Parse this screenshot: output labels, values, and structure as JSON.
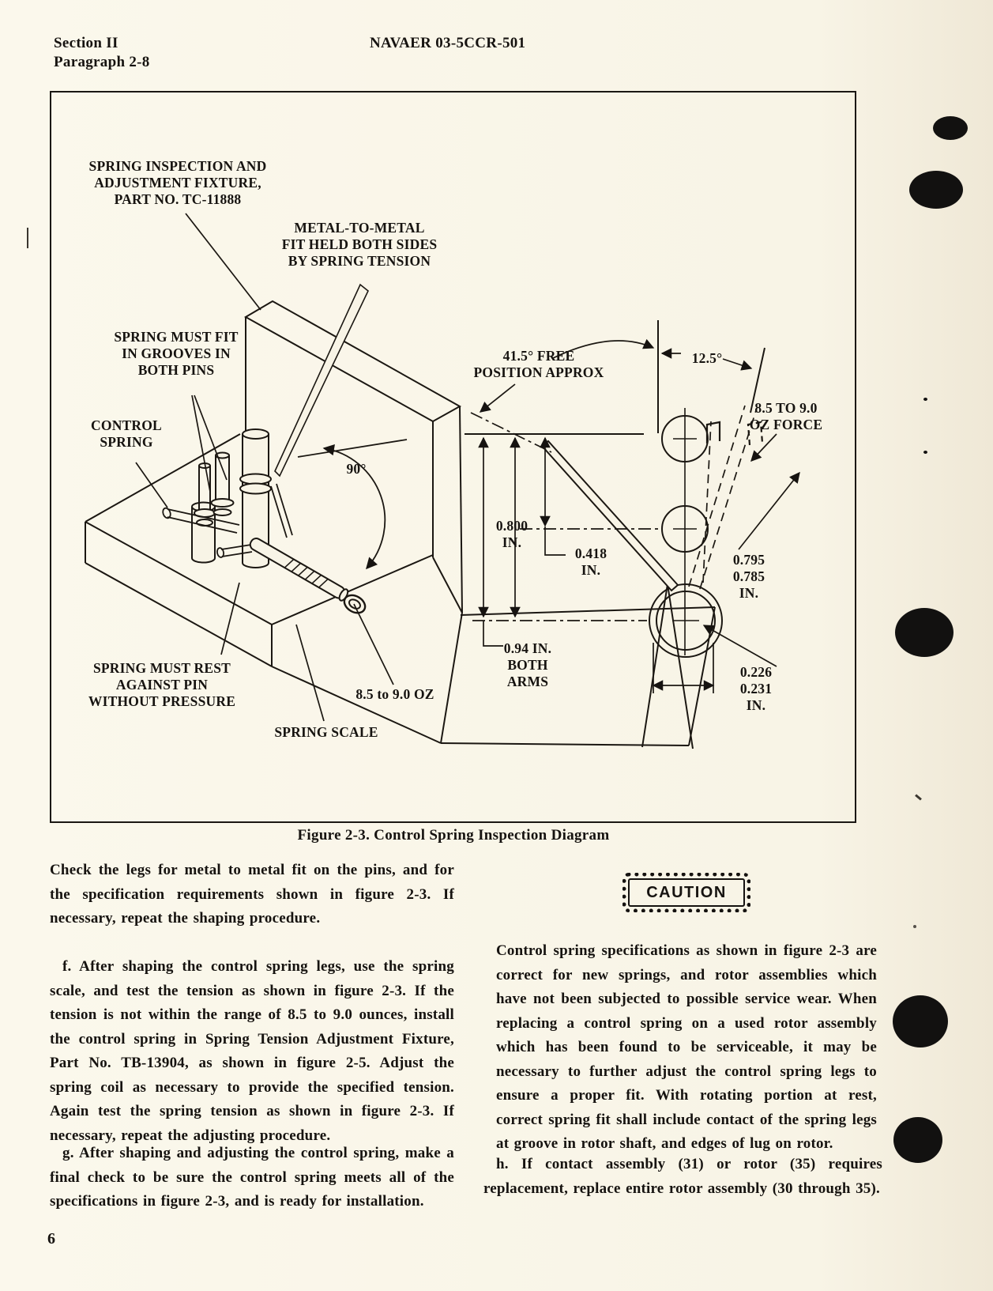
{
  "page": {
    "background": "#f8f4e6",
    "ink": "#161310",
    "page_number": "6"
  },
  "header": {
    "section": "Section II",
    "paragraph": "Paragraph 2-8",
    "doc_number": "NAVAER 03-5CCR-501"
  },
  "figure": {
    "caption": "Figure 2-3.  Control Spring Inspection Diagram",
    "labels": {
      "fixture": "SPRING INSPECTION AND\nADJUSTMENT FIXTURE,\nPART NO. TC-11888",
      "metal_to_metal": "METAL-TO-METAL\nFIT HELD BOTH SIDES\nBY SPRING TENSION",
      "grooves": "SPRING MUST FIT\nIN GROOVES IN\nBOTH PINS",
      "control_spring": "CONTROL\nSPRING",
      "angle_90": "90°",
      "free_position": "41.5° FREE\nPOSITION APPROX",
      "angle_12_5": "12.5°",
      "force": "8.5 TO 9.0\nOZ FORCE",
      "dim_0800": "0.800\nIN.",
      "dim_0418": "0.418\nIN.",
      "dim_0795": "0.795\n0.785\nIN.",
      "dim_094": "0.94 IN.\nBOTH\nARMS",
      "dim_0226": "0.226\n0.231\nIN.",
      "rest": "SPRING MUST REST\nAGAINST PIN\nWITHOUT PRESSURE",
      "oz": "8.5 to 9.0 OZ",
      "spring_scale": "SPRING SCALE"
    }
  },
  "body": {
    "para_intro": "Check the legs for metal to metal fit on the pins, and for the specification requirements shown in figure 2-3.  If necessary, repeat the shaping procedure.",
    "para_f": "f.  After shaping the control spring legs, use the spring scale, and test the tension as shown in figure 2-3.  If the tension is not within the range of 8.5 to 9.0 ounces, install the control spring in Spring Tension Adjustment Fixture, Part No. TB-13904, as shown in figure 2-5.  Adjust the spring coil as necessary to provide the specified tension.  Again test the spring tension as shown in figure 2-3.  If necessary, repeat the adjusting procedure.",
    "para_g": "g.  After shaping and adjusting the control spring, make a final check to be sure the control spring meets all of the specifications in figure 2-3, and is ready for installation.",
    "caution_label": "CAUTION",
    "para_caution": "Control spring specifications as shown in figure 2-3 are correct for new springs, and rotor assemblies which have not been subjected to possible service wear.  When replacing a control spring on a used rotor assembly which has been found to be serviceable, it may be necessary to further adjust the control spring legs to ensure a proper fit.  With rotating portion at rest, correct spring fit shall include contact of the spring legs at groove in rotor shaft, and edges of lug on rotor.",
    "para_h": "h.  If contact assembly (31) or rotor (35) requires replacement, replace entire rotor assembly (30 through 35)."
  }
}
